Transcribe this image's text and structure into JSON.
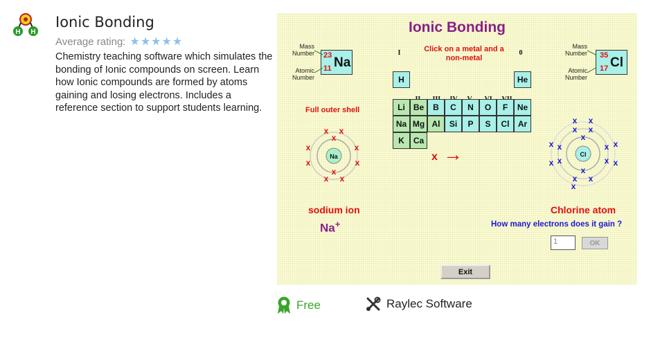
{
  "app": {
    "title": "Ionic Bonding",
    "rating_label": "Average rating:",
    "stars": [
      "★",
      "★",
      "★",
      "★",
      "★"
    ],
    "description": "Chemistry teaching software which simulates the bonding of Ionic compounds on screen. Learn how Ionic compounds are formed by atoms gaining and losing electrons. Includes a reference section to support students learning."
  },
  "screenshot": {
    "title": "Ionic Bonding",
    "instruction": "Click on  a metal and a non-metal",
    "left_card": {
      "mass_label": "Mass Number",
      "atomic_label": "Atomic Number",
      "mass": "23",
      "atomic": "11",
      "symbol": "Na"
    },
    "right_card": {
      "mass_label": "Mass Number",
      "atomic_label": "Atomic Number",
      "mass": "35",
      "atomic": "17",
      "symbol": "Cl"
    },
    "groups": [
      "I",
      "II",
      "III",
      "IV",
      "V",
      "VI",
      "VII",
      "0"
    ],
    "elements": [
      {
        "s": "H",
        "t": "n"
      },
      {
        "s": "He",
        "t": "n"
      },
      {
        "s": "Li",
        "t": "m"
      },
      {
        "s": "Be",
        "t": "m"
      },
      {
        "s": "B",
        "t": "n"
      },
      {
        "s": "C",
        "t": "n"
      },
      {
        "s": "N",
        "t": "n"
      },
      {
        "s": "O",
        "t": "n"
      },
      {
        "s": "F",
        "t": "n"
      },
      {
        "s": "Ne",
        "t": "n"
      },
      {
        "s": "Na",
        "t": "m"
      },
      {
        "s": "Mg",
        "t": "m"
      },
      {
        "s": "Al",
        "t": "m"
      },
      {
        "s": "Si",
        "t": "n"
      },
      {
        "s": "P",
        "t": "n"
      },
      {
        "s": "S",
        "t": "n"
      },
      {
        "s": "Cl",
        "t": "n"
      },
      {
        "s": "Ar",
        "t": "n"
      },
      {
        "s": "K",
        "t": "m"
      },
      {
        "s": "Ca",
        "t": "m"
      }
    ],
    "full_shell_label": "Full outer shell",
    "na_nucleus": "Na",
    "cl_nucleus": "Cl",
    "transfer_electron": "x",
    "arrow": "→",
    "sodium_label": "sodium ion",
    "sodium_ion": "Na",
    "sodium_charge": "+",
    "chlorine_label": "Chlorine atom",
    "question": "How many electrons does it gain ?",
    "answer_value": "1",
    "ok_label": "OK",
    "exit_label": "Exit",
    "colors": {
      "electron_red": "#e01010",
      "electron_blue": "#1a1ad0",
      "title_purple": "#8a1f86"
    }
  },
  "footer": {
    "license": "Free",
    "developer": "Raylec Software"
  }
}
